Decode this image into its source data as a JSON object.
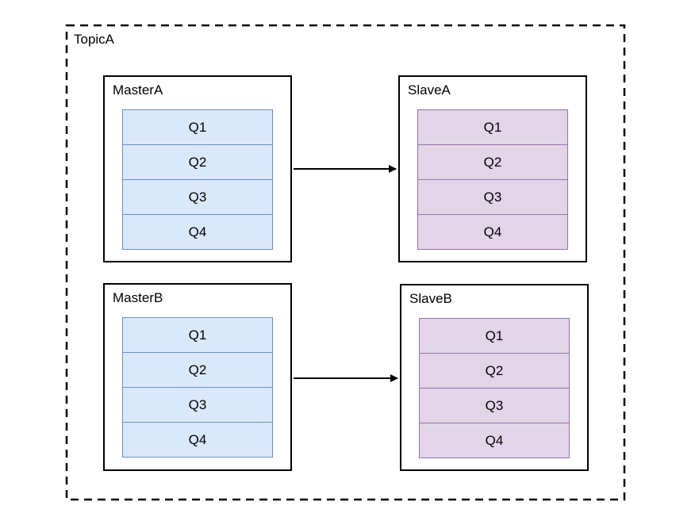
{
  "diagram": {
    "container_label": "TopicA",
    "groups": [
      {
        "master": {
          "name": "MasterA",
          "queues": [
            "Q1",
            "Q2",
            "Q3",
            "Q4"
          ]
        },
        "slave": {
          "name": "SlaveA",
          "queues": [
            "Q1",
            "Q2",
            "Q3",
            "Q4"
          ]
        }
      },
      {
        "master": {
          "name": "MasterB",
          "queues": [
            "Q1",
            "Q2",
            "Q3",
            "Q4"
          ]
        },
        "slave": {
          "name": "SlaveB",
          "queues": [
            "Q1",
            "Q2",
            "Q3",
            "Q4"
          ]
        }
      }
    ],
    "colors": {
      "master_queue_fill": "#dae8fc",
      "master_queue_border": "#6c8ebf",
      "slave_queue_fill": "#e1d5e7",
      "slave_queue_border": "#9673a6",
      "box_border": "#000000",
      "background": "#ffffff"
    }
  }
}
